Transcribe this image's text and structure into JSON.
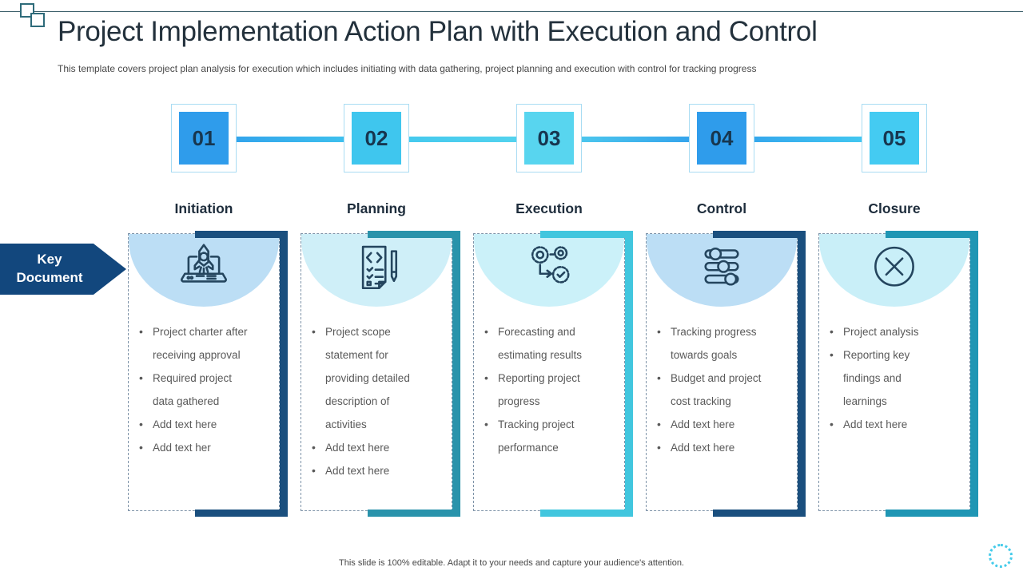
{
  "page": {
    "title": "Project Implementation Action Plan with Execution and Control",
    "subtitle": "This template covers project plan analysis for execution which includes initiating with data gathering, project planning and execution with control for tracking progress",
    "footer": "This slide is 100% editable. Adapt it to your needs and capture your audience's attention.",
    "key_document_label": "Key Document"
  },
  "colors": {
    "timeline_start": "#2f9ceb",
    "timeline_end": "#46d0f2",
    "key_document_bg": "#12477d",
    "bullet_text": "#595959",
    "number_text": "#17364f",
    "frame_border": "#a9dcf3",
    "card_border_dashed": "#7e93a8",
    "spinner_accent": "#44cbea"
  },
  "steps": [
    {
      "number": "01",
      "label": "Initiation",
      "icon": "laptop-rocket-icon",
      "square_color": "#2f9ceb",
      "accent_color": "#1a4f7e",
      "semicircle_color": "#bcdef5",
      "bullets": [
        "Project charter after receiving approval",
        "Required project data gathered",
        "Add text here",
        "Add text her"
      ]
    },
    {
      "number": "02",
      "label": "Planning",
      "icon": "checklist-pencil-icon",
      "square_color": "#3fc6ee",
      "accent_color": "#2993ab",
      "semicircle_color": "#cfeff8",
      "bullets": [
        "Project scope statement for providing detailed description of activities",
        "Add text here",
        "Add text here"
      ]
    },
    {
      "number": "03",
      "label": "Execution",
      "icon": "process-gears-icon",
      "square_color": "#58d5ef",
      "accent_color": "#41c6de",
      "semicircle_color": "#cbf1f9",
      "bullets": [
        "Forecasting and estimating results",
        "Reporting project progress",
        "Tracking project performance"
      ]
    },
    {
      "number": "04",
      "label": "Control",
      "icon": "sliders-icon",
      "square_color": "#2f9ceb",
      "accent_color": "#1a4f7e",
      "semicircle_color": "#bcdef5",
      "bullets": [
        "Tracking progress towards goals",
        "Budget and project cost tracking",
        "Add text here",
        "Add text here"
      ]
    },
    {
      "number": "05",
      "label": "Closure",
      "icon": "close-circle-icon",
      "square_color": "#44cbf2",
      "accent_color": "#1f96b4",
      "semicircle_color": "#c9eff8",
      "bullets": [
        "Project analysis",
        "Reporting key findings and learnings",
        "Add text here"
      ]
    }
  ]
}
